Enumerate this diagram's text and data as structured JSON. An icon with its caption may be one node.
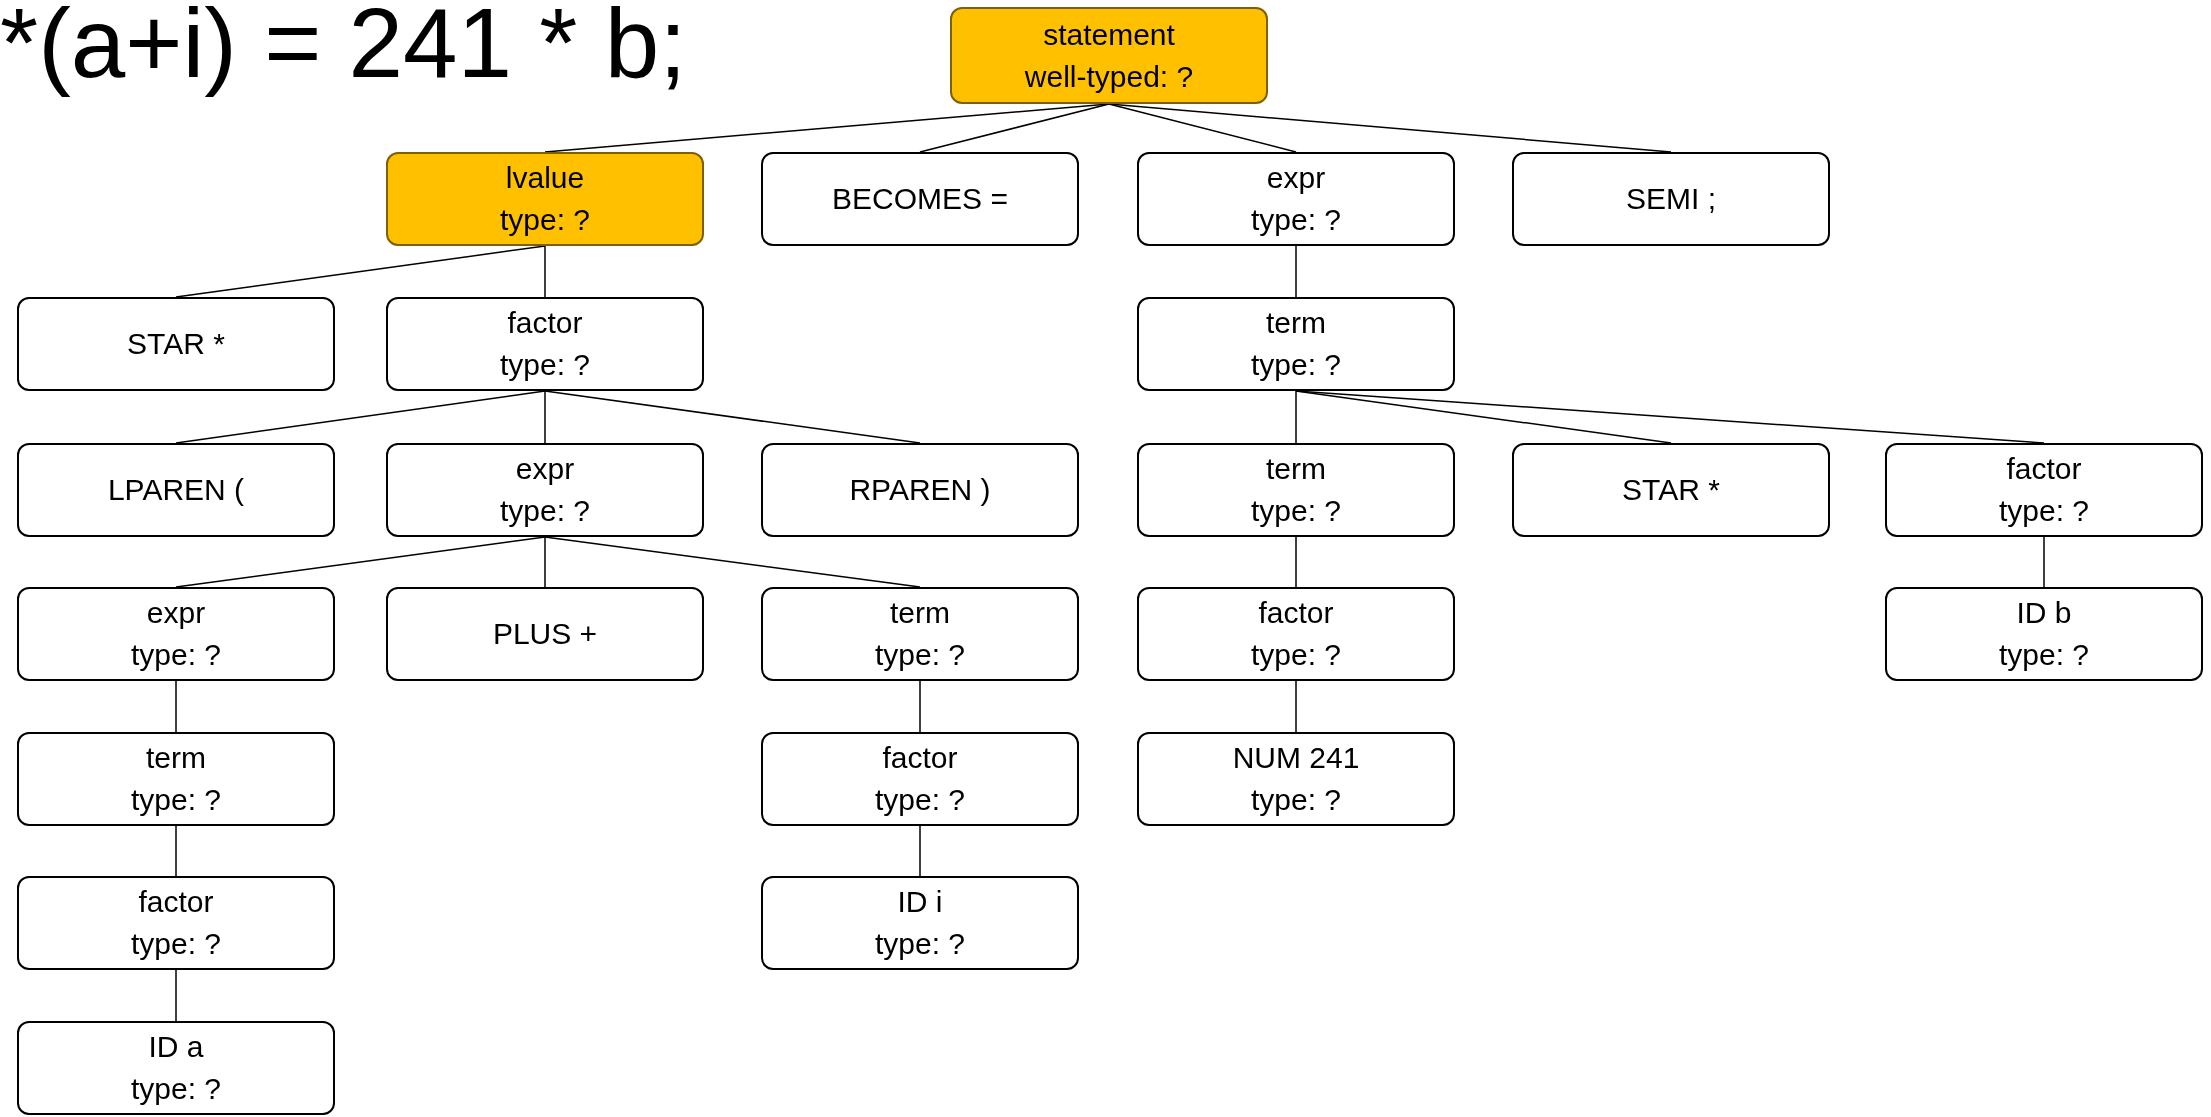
{
  "diagram": {
    "title": "*(a+i) = 241 * b;",
    "nodes": [
      {
        "text": [
          "statement",
          "well-typed: ?"
        ]
      },
      {
        "text": [
          "lvalue",
          "type: ?"
        ]
      },
      {
        "text": [
          "BECOMES ="
        ]
      },
      {
        "text": [
          "expr",
          "type: ?"
        ]
      },
      {
        "text": [
          "SEMI ;"
        ]
      },
      {
        "text": [
          "STAR *"
        ]
      },
      {
        "text": [
          "factor",
          "type: ?"
        ]
      },
      {
        "text": [
          "term",
          "type: ?"
        ]
      },
      {
        "text": [
          "LPAREN ("
        ]
      },
      {
        "text": [
          "expr",
          "type: ?"
        ]
      },
      {
        "text": [
          "RPAREN )"
        ]
      },
      {
        "text": [
          "term",
          "type: ?"
        ]
      },
      {
        "text": [
          "STAR *"
        ]
      },
      {
        "text": [
          "factor",
          "type: ?"
        ]
      },
      {
        "text": [
          "expr",
          "type: ?"
        ]
      },
      {
        "text": [
          "PLUS +"
        ]
      },
      {
        "text": [
          "term",
          "type: ?"
        ]
      },
      {
        "text": [
          "factor",
          "type: ?"
        ]
      },
      {
        "text": [
          "ID b",
          "type: ?"
        ]
      },
      {
        "text": [
          "term",
          "type: ?"
        ]
      },
      {
        "text": [
          "factor",
          "type: ?"
        ]
      },
      {
        "text": [
          "NUM 241",
          "type: ?"
        ]
      },
      {
        "text": [
          "factor",
          "type: ?"
        ]
      },
      {
        "text": [
          "ID i",
          "type: ?"
        ]
      },
      {
        "text": [
          "ID a",
          "type: ?"
        ]
      }
    ],
    "edges": [
      {
        "from": 0,
        "to": 1,
        "arrow": "none"
      },
      {
        "from": 0,
        "to": 2,
        "arrow": "none"
      },
      {
        "from": 0,
        "to": 3,
        "arrow": "none"
      },
      {
        "from": 0,
        "to": 4,
        "arrow": "none"
      },
      {
        "from": 1,
        "to": 5,
        "arrow": "none"
      },
      {
        "from": 1,
        "to": 6,
        "arrow": "none"
      },
      {
        "from": 3,
        "to": 7,
        "arrow": "none"
      },
      {
        "from": 6,
        "to": 8,
        "arrow": "none"
      },
      {
        "from": 6,
        "to": 9,
        "arrow": "none"
      },
      {
        "from": 6,
        "to": 10,
        "arrow": "none"
      },
      {
        "from": 7,
        "to": 11,
        "arrow": "none"
      },
      {
        "from": 7,
        "to": 12,
        "arrow": "none"
      },
      {
        "from": 7,
        "to": 13,
        "arrow": "none"
      },
      {
        "from": 9,
        "to": 14,
        "arrow": "none"
      },
      {
        "from": 9,
        "to": 15,
        "arrow": "none"
      },
      {
        "from": 9,
        "to": 16,
        "arrow": "none"
      },
      {
        "from": 11,
        "to": 17,
        "arrow": "none"
      },
      {
        "from": 13,
        "to": 18,
        "arrow": "none"
      },
      {
        "from": 14,
        "to": 19,
        "arrow": "none"
      },
      {
        "from": 16,
        "to": 20,
        "arrow": "none"
      },
      {
        "from": 17,
        "to": 21,
        "arrow": "none"
      },
      {
        "from": 19,
        "to": 22,
        "arrow": "none"
      },
      {
        "from": 20,
        "to": 23,
        "arrow": "none"
      },
      {
        "from": 22,
        "to": 24,
        "arrow": "none"
      }
    ]
  }
}
